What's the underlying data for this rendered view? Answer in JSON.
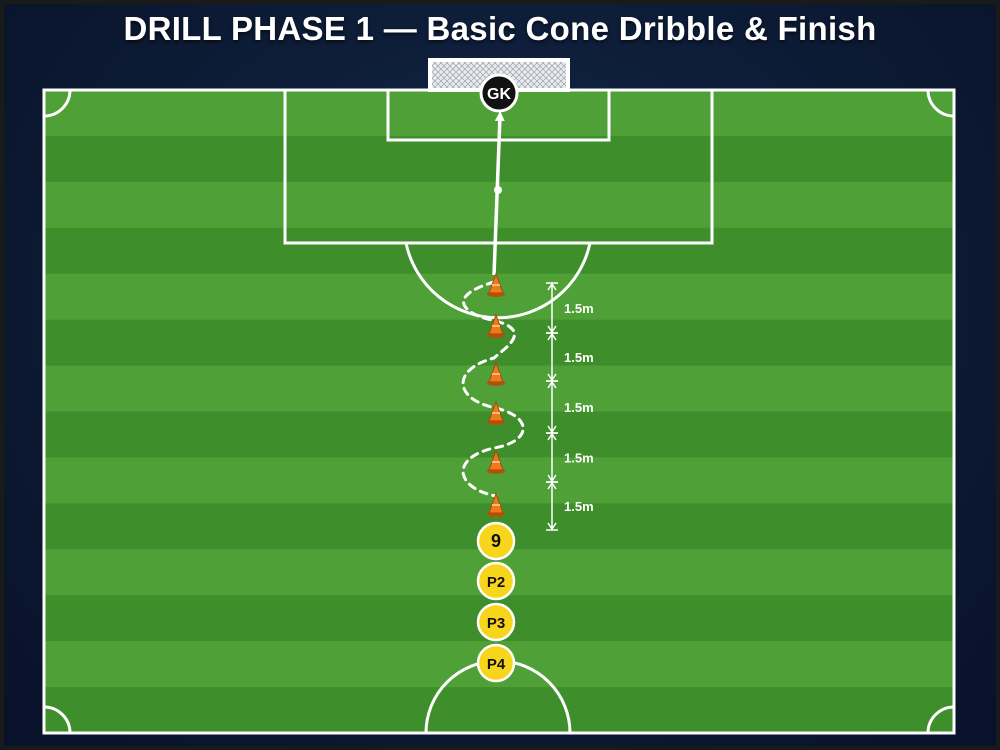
{
  "title": "DRILL PHASE 1 — Basic Cone Dribble & Finish",
  "goalkeeper": {
    "label": "GK"
  },
  "cones": {
    "count": 6,
    "color": "#f07a1a"
  },
  "spacing_label": "1.5m",
  "players": [
    {
      "label": "9"
    },
    {
      "label": "P2"
    },
    {
      "label": "P3"
    },
    {
      "label": "P4"
    }
  ],
  "colors": {
    "grass_dark": "#3f8e2c",
    "grass_light": "#4ea037",
    "lines": "#ffffff",
    "player_fill": "#f7d51d",
    "gk_fill": "#111111"
  }
}
